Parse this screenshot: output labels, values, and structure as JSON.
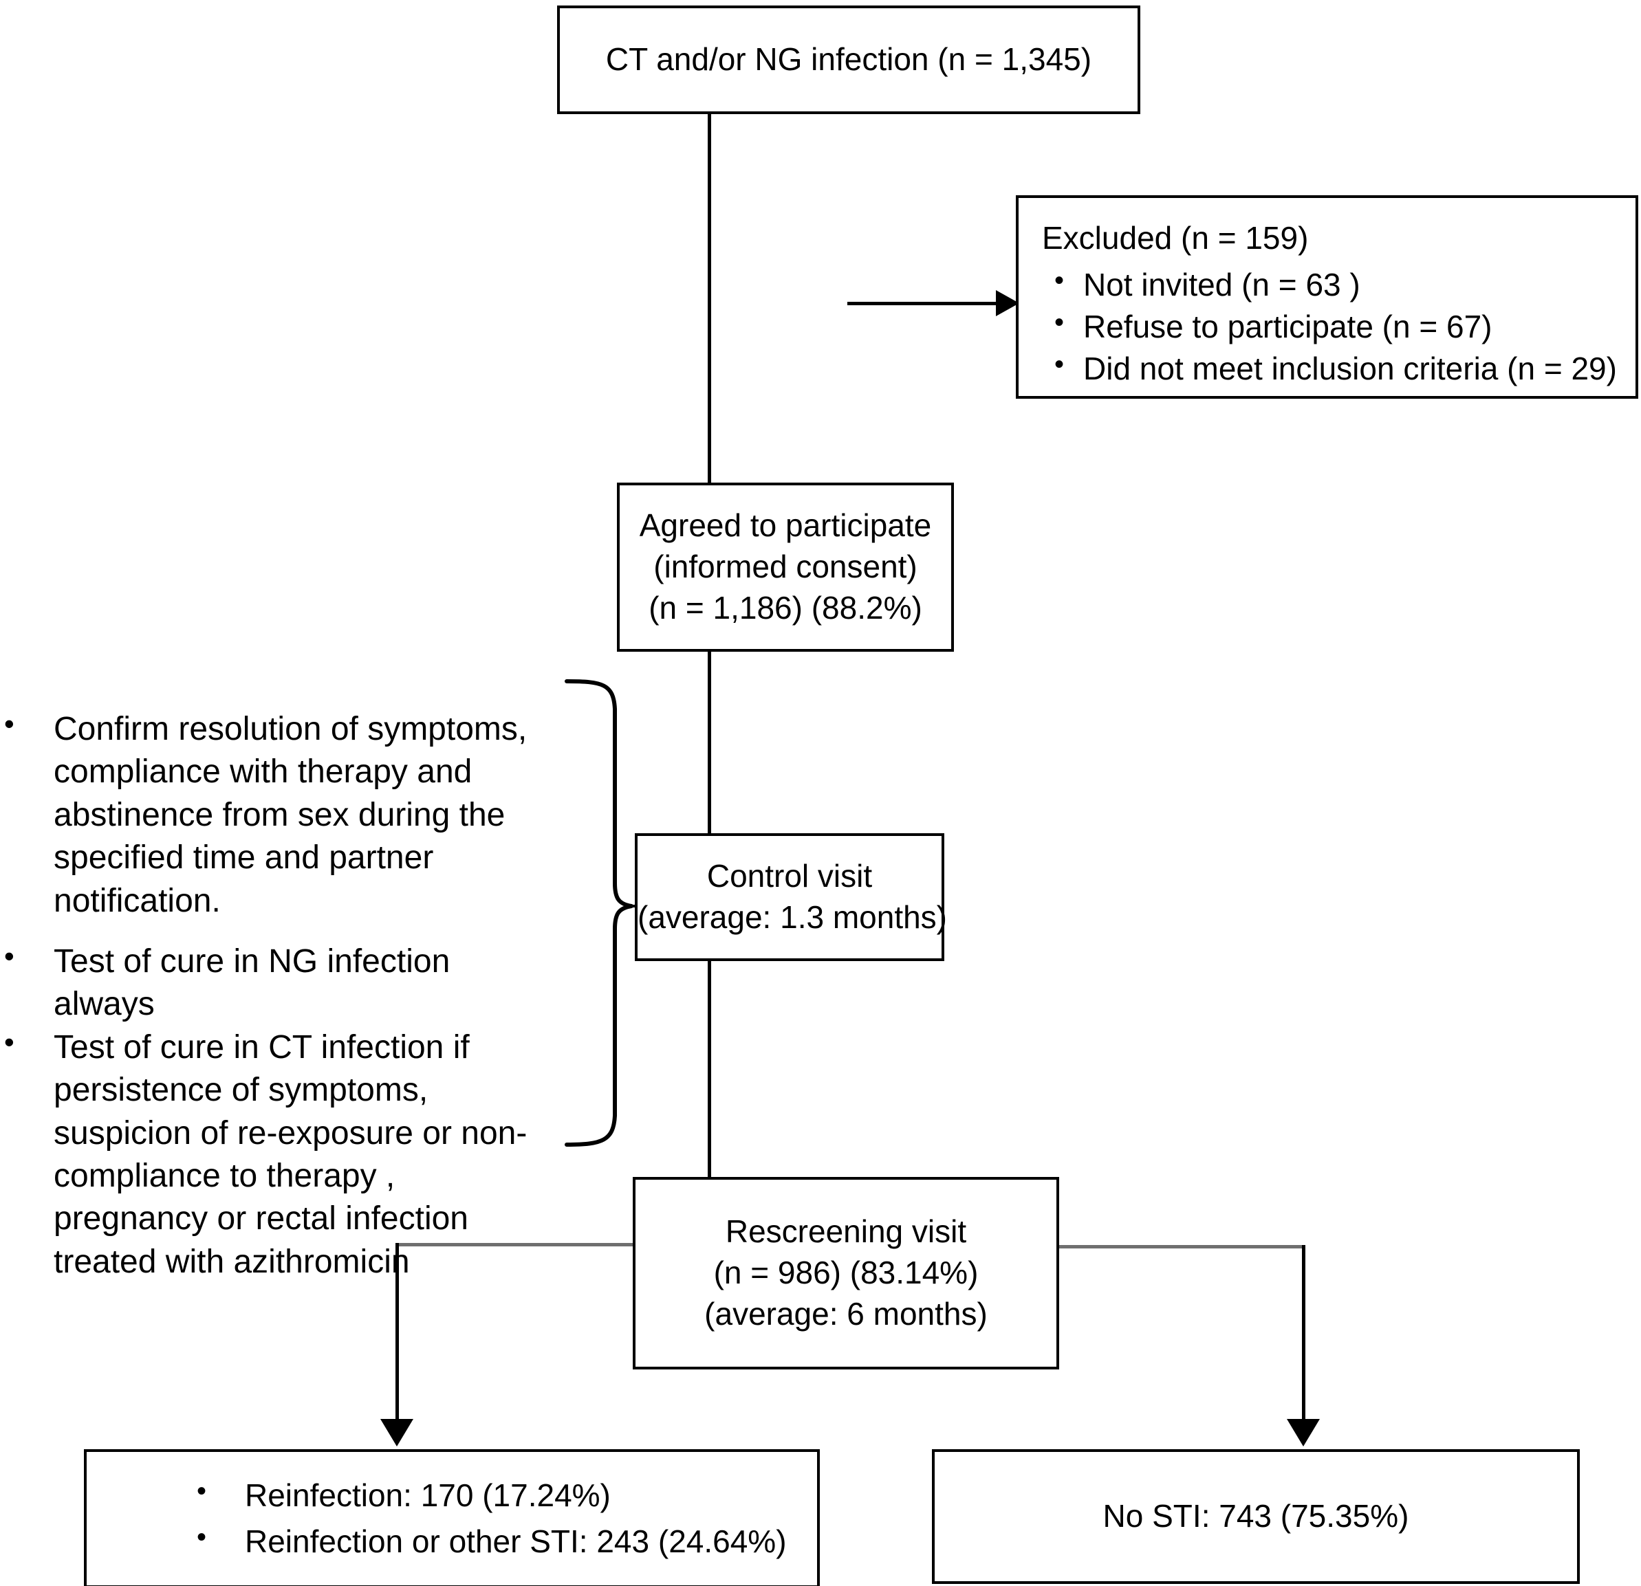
{
  "diagram": {
    "title": "Study participant flow diagram",
    "nodes": {
      "source": {
        "lines": [
          "CT and/or NG infection (n = 1,345)"
        ]
      },
      "excluded": {
        "heading": "Excluded  (n = 159)",
        "items": [
          "Not invited (n = 63 )",
          "Refuse to participate (n = 67)",
          "Did not meet inclusion criteria (n = 29)"
        ]
      },
      "agreed": {
        "lines": [
          "Agreed to participate",
          "(informed consent)",
          "(n = 1,186) (88.2%)"
        ]
      },
      "control_visit": {
        "lines": [
          "Control visit",
          "(average: 1.3 months)"
        ]
      },
      "rescreening_visit": {
        "lines": [
          "Rescreening visit",
          "(n = 986) (83.14%)",
          "(average: 6 months)"
        ]
      },
      "reinfection": {
        "items": [
          "Reinfection: 170 (17.24%)",
          "Reinfection or other STI: 243 (24.64%)"
        ]
      },
      "no_sti": {
        "lines": [
          "No STI: 743 (75.35%)"
        ]
      }
    },
    "notes": {
      "items": [
        "Confirm resolution of symptoms, compliance with therapy and abstinence from sex during the specified time and partner notification.",
        "Test of cure in NG infection always",
        "Test of cure in CT infection if persistence of symptoms, suspicion of re-exposure or non-compliance to therapy , pregnancy or rectal infection treated with azithromicin"
      ]
    },
    "colors": {
      "stroke": "#000000",
      "branch_stroke": "#6f6f6f",
      "background": "#ffffff"
    }
  }
}
